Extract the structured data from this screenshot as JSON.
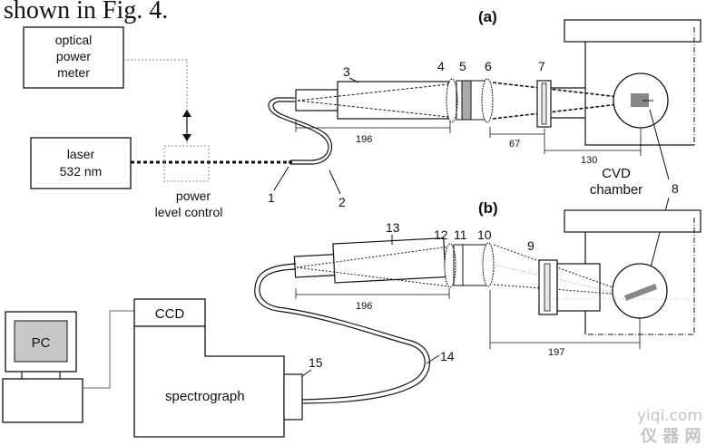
{
  "header_text": "shown in Fig. 4.",
  "panel_a": "(a)",
  "panel_b": "(b)",
  "optical_power_meter": [
    "optical",
    "power",
    "meter"
  ],
  "laser": [
    "laser",
    "532 nm"
  ],
  "power_level_control": [
    "power",
    "level control"
  ],
  "cvd_chamber": [
    "CVD",
    "chamber"
  ],
  "pc": "PC",
  "ccd": "CCD",
  "spectrograph": "spectrograph",
  "numbers": {
    "n1": "1",
    "n2": "2",
    "n3": "3",
    "n4": "4",
    "n5": "5",
    "n6": "6",
    "n7": "7",
    "n8": "8",
    "n9": "9",
    "n10": "10",
    "n11": "11",
    "n12": "12",
    "n13": "13",
    "n14": "14",
    "n15": "15"
  },
  "dimensions": {
    "a_196": "196",
    "a_67": "67",
    "a_130": "130",
    "b_196": "196",
    "b_197": "197"
  },
  "watermark": [
    "yiqi.com",
    "仪 器 网"
  ]
}
